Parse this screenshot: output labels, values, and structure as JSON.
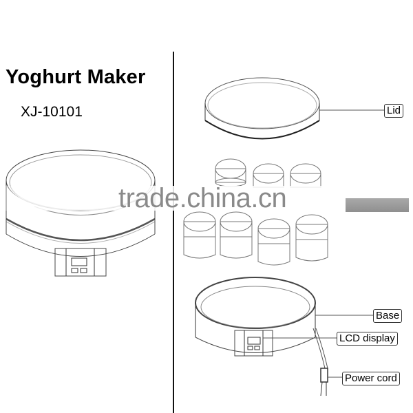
{
  "header": {
    "title": "Yoghurt Maker",
    "model": "XJ-10101"
  },
  "parts": [
    {
      "name": "lid",
      "label": "Lid"
    },
    {
      "name": "base",
      "label": "Base"
    },
    {
      "name": "lcd-display",
      "label": "LCD display"
    },
    {
      "name": "power-cord",
      "label": "Power cord"
    }
  ],
  "jars": {
    "count": 7
  },
  "watermark": {
    "text": "trade.china.cn"
  }
}
